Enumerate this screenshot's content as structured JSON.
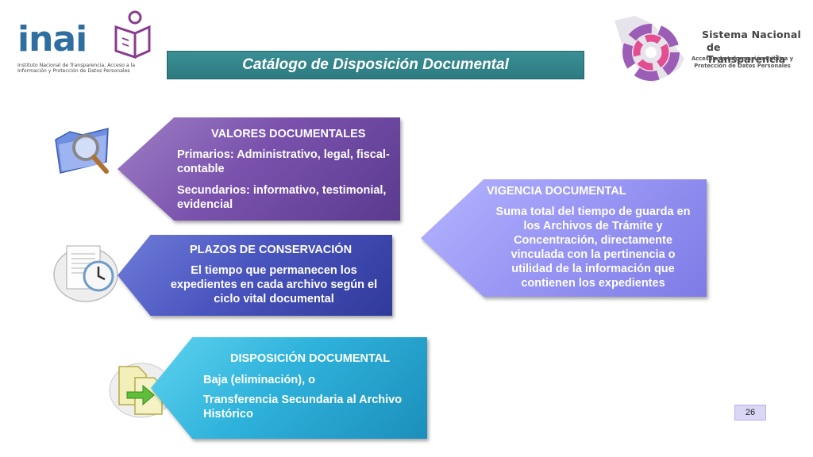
{
  "header": {
    "logo_left": {
      "name": "inai",
      "subtitle": "Instituto Nacional de Transparencia, Acceso a la Información y Protección de Datos Personales"
    },
    "title": "Catálogo de Disposición Documental",
    "logo_right": {
      "line1": "Sistema Nacional",
      "line2": "de Transparencia",
      "line3": "Acceso a la Información Pública y Protección de Datos Personales"
    }
  },
  "blocks": {
    "valores": {
      "heading": "VALORES DOCUMENTALES",
      "item1": "Primarios:  Administrativo, legal, fiscal-contable",
      "item2": "Secundarios: informativo, testimonial, evidencial",
      "icon": "folder-magnifier-icon"
    },
    "plazos": {
      "heading": "PLAZOS DE CONSERVACIÓN",
      "text": "El tiempo que permanecen los expedientes en cada archivo según el ciclo vital documental",
      "icon": "document-clock-icon"
    },
    "disposicion": {
      "heading": "DISPOSICIÓN DOCUMENTAL",
      "item1": "Baja (eliminación), o",
      "item2": "Transferencia Secundaria al  Archivo Histórico",
      "icon": "documents-transfer-icon"
    },
    "vigencia": {
      "heading": "VIGENCIA DOCUMENTAL",
      "text": "Suma total del tiempo de guarda en los Archivos de Trámite y Concentración, directamente vinculada con la pertinencia o utilidad de la información que contienen los expedientes"
    }
  },
  "page_number": "26",
  "colors": {
    "title_bar": "#2d7b80",
    "valores": "#7a52ad",
    "plazos": "#4a55bf",
    "disposicion": "#2eb2db",
    "vigencia": "#9b98f5"
  }
}
